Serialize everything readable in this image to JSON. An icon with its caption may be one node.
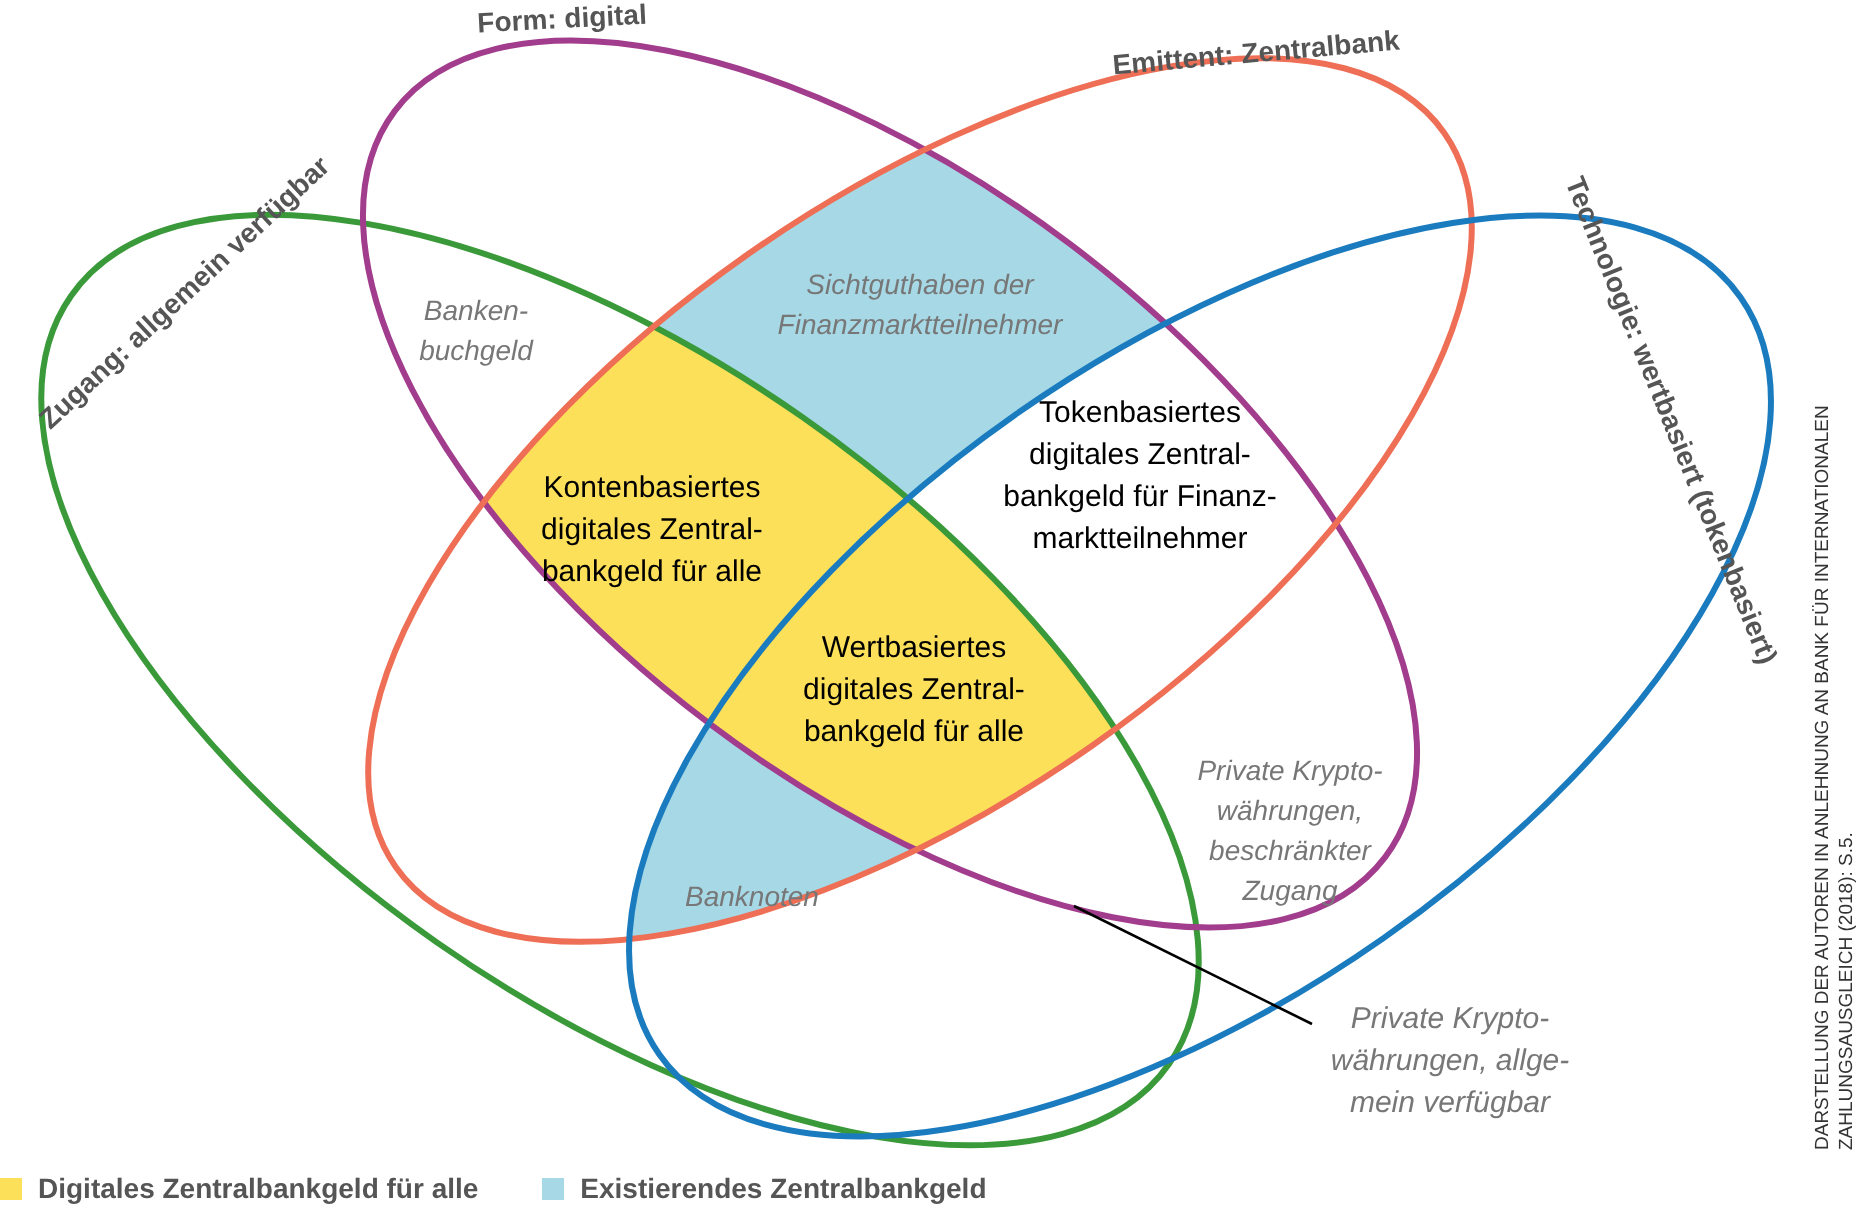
{
  "diagram": {
    "nodes": [
      {
        "text": [
          "Zugang: allgemein verfügbar"
        ]
      },
      {
        "text": [
          "Form: digital"
        ]
      },
      {
        "text": [
          "Emittent: Zentralbank"
        ]
      },
      {
        "text": [
          "Technologie: wertbasiert (tokenbasiert)"
        ]
      },
      {
        "text": [
          "Private Krypto- währungen, allge- mein verfügbar"
        ]
      }
    ],
    "edges": [
      {
        "from": 4,
        "to": 3,
        "arrow": "none"
      }
    ],
    "labels": [
      "Banken- buchgeld",
      "Sichtguthaben der Finanzmarktteilnehmer",
      "Kontenbasiertes digitales Zentral- bankgeld für alle",
      "Tokenbasiertes digitales Zentral- bankgeld für Finanz- marktteilnehmer",
      "Wertbasiertes digitales Zentral- bankgeld für alle",
      "Private Krypto- währungen, beschränkter Zugang",
      "Banknoten",
      "DARSTELLUNG DER AUTOREN IN ANLEHNUNG AN BANK FÜR INTERNATIONALEN ZAHLUNGSAUSGLEICH (2018): S.5."
    ],
    "legend": [
      {
        "text": "Digitales Zentralbankgeld für alle",
        "color": "#fde05a"
      },
      {
        "text": "Existierendes Zentralbankgeld",
        "color": "#a6d8e6"
      }
    ]
  }
}
